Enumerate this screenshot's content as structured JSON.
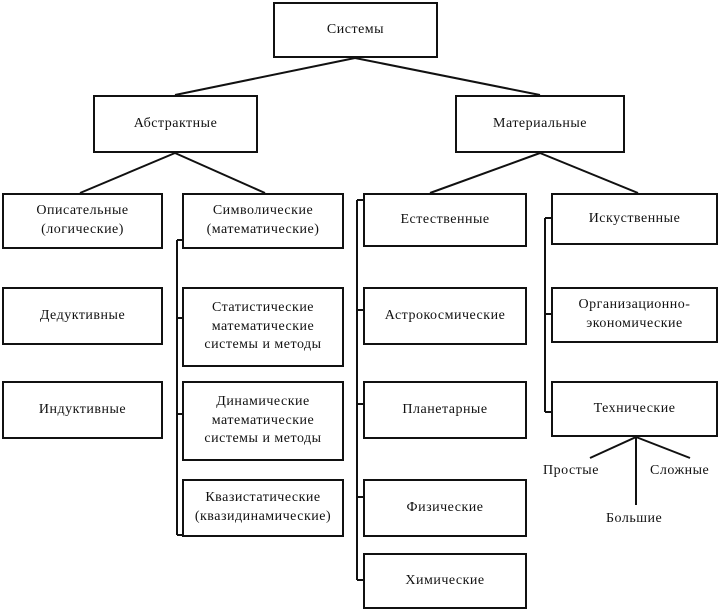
{
  "root": "Системы",
  "abstract": {
    "label": "Абстрактные",
    "describing": "Описательные\n(логические)",
    "deductive": "Дедуктивные",
    "inductive": "Индуктивные",
    "symbolic": "Символические\n(математические)",
    "statistical": "Статистические\nматематические\nсистемы и методы",
    "dynamic": "Динамические\nматематические\nсистемы и методы",
    "quasistatic": "Квазистатические\n(квазидинамические)"
  },
  "material": {
    "label": "Материальные",
    "natural": "Естественные",
    "astrocosmic": "Астрокосмические",
    "planetary": "Планетарные",
    "physical": "Физические",
    "chemical": "Химические",
    "artificial": "Искуственные",
    "organizational": "Организационно-\nэкономические",
    "technical": "Технические",
    "simple": "Простые",
    "complex": "Сложные",
    "big": "Большие"
  }
}
